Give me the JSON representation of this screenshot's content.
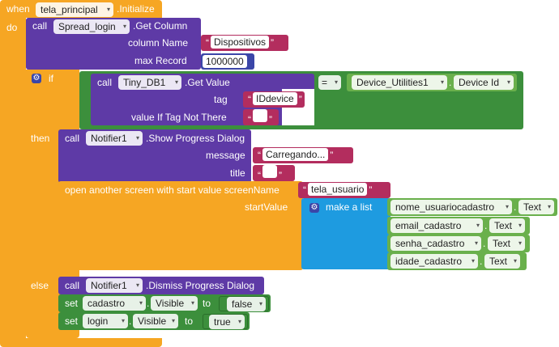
{
  "colors": {
    "event": "#f6a623",
    "procedure": "#5e3aa6",
    "text": "#b32d5e",
    "math": "#3b46a8",
    "logic": "#3c8f3c",
    "component_prop": "#6ab04c",
    "list": "#1e9be0",
    "button_face": "#ffffff"
  },
  "event": {
    "when": "when",
    "component": "tela_principal",
    "event": ".Initialize",
    "do": "do"
  },
  "getcol": {
    "call": "call",
    "component": "Spread_login",
    "method": ".Get Column",
    "arg1_label": "column Name",
    "arg1_value": "Dispositivos",
    "arg2_label": "max Record",
    "arg2_value": "1000000"
  },
  "ifblock": {
    "if_label": "if",
    "then_label": "then",
    "else_label": "else"
  },
  "cond": {
    "call": "call",
    "component": "Tiny_DB1",
    "method": ".Get Value",
    "tag_label": "tag",
    "tag_value": "IDdevice",
    "default_label": "value If Tag Not There",
    "default_value": "",
    "operator": "=",
    "rhs_component": "Device_Utilities1",
    "rhs_property": "Device Id"
  },
  "progress": {
    "call": "call",
    "component": "Notifier1",
    "method": ".Show Progress Dialog",
    "message_label": "message",
    "message_value": "Carregando...",
    "title_label": "title",
    "title_value": ""
  },
  "openscreen": {
    "label": "open another screen with start value  screenName",
    "screen_value": "tela_usuario",
    "start_label": "startValue",
    "list_label": "make a list",
    "items": [
      {
        "component": "nome_usuariocadastro",
        "property": "Text"
      },
      {
        "component": "email_cadastro",
        "property": "Text"
      },
      {
        "component": "senha_cadastro",
        "property": "Text"
      },
      {
        "component": "idade_cadastro",
        "property": "Text"
      }
    ]
  },
  "dismiss": {
    "call": "call",
    "component": "Notifier1",
    "method": ".Dismiss Progress Dialog"
  },
  "set1": {
    "set": "set",
    "component": "cadastro",
    "property": "Visible",
    "to": "to",
    "value": "false"
  },
  "set2": {
    "set": "set",
    "component": "login",
    "property": "Visible",
    "to": "to",
    "value": "true"
  },
  "chevron": "▾",
  "quote": "“"
}
